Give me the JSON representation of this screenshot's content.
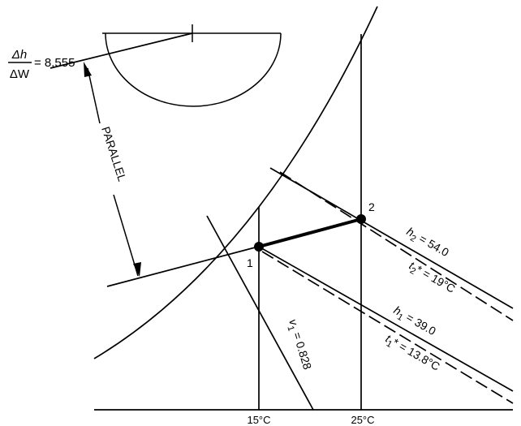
{
  "slope": {
    "num": "Δh",
    "den": "ΔW",
    "value": "= 8.555"
  },
  "parallel_label": "PARALLEL",
  "states": [
    {
      "label": "1"
    },
    {
      "label": "2"
    }
  ],
  "v1": {
    "sym": "v",
    "sub": "1",
    "value": " = 0.828"
  },
  "h2": {
    "sym": "h",
    "sub": "2",
    "value": " = 54.0"
  },
  "t2": {
    "sym": "t",
    "sub": "2",
    "value": "* = 19°C"
  },
  "h1": {
    "sym": "h",
    "sub": "1",
    "value": " = 39.0"
  },
  "t1": {
    "sym": "t",
    "sub": "1",
    "value": "* = 13.8°C"
  },
  "x_ticks": [
    "15°C",
    "25°C"
  ]
}
